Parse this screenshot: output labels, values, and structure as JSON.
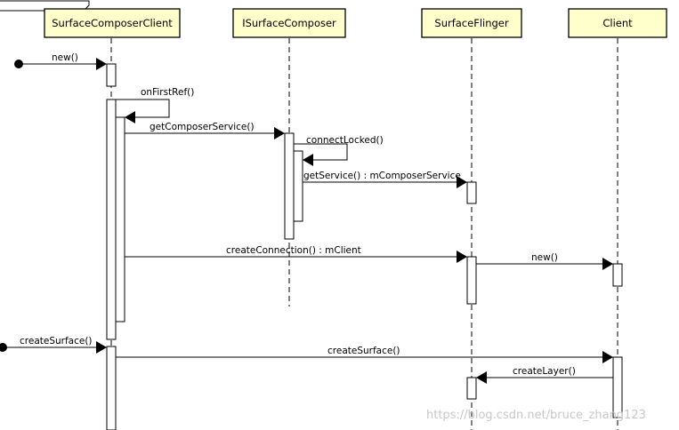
{
  "participants": [
    {
      "id": "scc",
      "label": "SurfaceComposerClient"
    },
    {
      "id": "isc",
      "label": "ISurfaceComposer"
    },
    {
      "id": "sf",
      "label": "SurfaceFlinger"
    },
    {
      "id": "cl",
      "label": "Client"
    }
  ],
  "messages": [
    {
      "id": "m1",
      "from": "found",
      "to": "scc",
      "label": "new()"
    },
    {
      "id": "m2",
      "from": "scc",
      "to": "scc",
      "label": "onFirstRef()",
      "self": true
    },
    {
      "id": "m3",
      "from": "scc",
      "to": "isc",
      "label": "getComposerService()"
    },
    {
      "id": "m4",
      "from": "isc",
      "to": "isc",
      "label": "connectLocked()",
      "self": true
    },
    {
      "id": "m5",
      "from": "isc",
      "to": "sf",
      "label": "getService() : mComposerService"
    },
    {
      "id": "m6",
      "from": "scc",
      "to": "sf",
      "label": "createConnection() : mClient"
    },
    {
      "id": "m7",
      "from": "sf",
      "to": "cl",
      "label": "new()"
    },
    {
      "id": "m8",
      "from": "found",
      "to": "scc",
      "label": "createSurface()"
    },
    {
      "id": "m9",
      "from": "scc",
      "to": "cl",
      "label": "createSurface()"
    },
    {
      "id": "m10",
      "from": "cl",
      "to": "sf",
      "label": "createLayer()"
    }
  ],
  "watermark": "https://blog.csdn.net/bruce_zhang123"
}
